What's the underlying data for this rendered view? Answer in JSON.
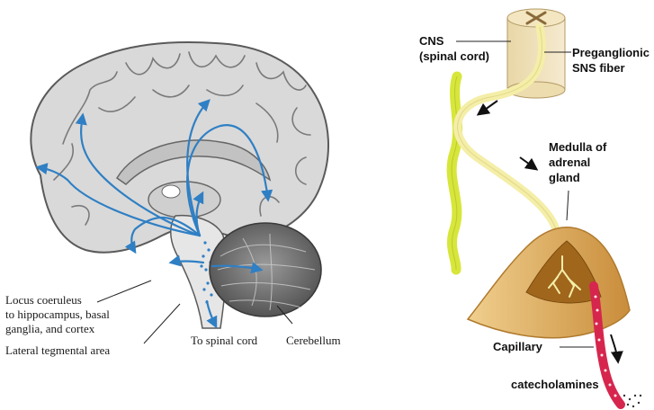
{
  "left_panel": {
    "labels": {
      "locus_line1": "Locus coeruleus",
      "locus_line2": "to hippocampus, basal",
      "locus_line3": "ganglia, and cortex",
      "lateral_tegmental": "Lateral tegmental area",
      "to_spinal_cord": "To spinal cord",
      "cerebellum": "Cerebellum"
    }
  },
  "right_panel": {
    "labels": {
      "cns_line1": "CNS",
      "cns_line2": "(spinal cord)",
      "preganglionic_line1": "Preganglionic",
      "preganglionic_line2": "SNS fiber",
      "medulla_line1": "Medulla of",
      "medulla_line2": "adrenal",
      "medulla_line3": "gland",
      "capillary": "Capillary",
      "catecholamines": "catecholamines"
    }
  },
  "colors": {
    "brain_fill": "#d9d9d9",
    "brain_outline": "#5a5a5a",
    "pathway_arrow": "#2f7fc4",
    "nerve_yellow": "#d7e63a",
    "fiber_cream": "#f4eea8",
    "adrenal_tan": "#e0b06a",
    "medulla_brown": "#a0661c",
    "capillary_red": "#d6264d"
  }
}
